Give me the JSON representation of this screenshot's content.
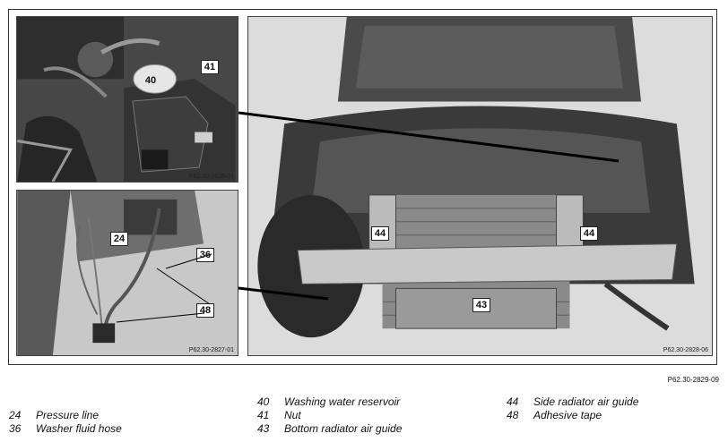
{
  "figure": {
    "ref": "P62.30-2829-09",
    "panels": {
      "top_left_ref": "P62.30-2828-01",
      "bottom_left_ref": "P62.30-2827-01",
      "main_ref": "P62.30-2828-06"
    },
    "callouts": {
      "c40": "40",
      "c41": "41",
      "c24": "24",
      "c36": "36",
      "c48": "48",
      "c44_left": "44",
      "c44_right": "44",
      "c43": "43"
    }
  },
  "legend": [
    {
      "num": "24",
      "label": "Pressure line"
    },
    {
      "num": "36",
      "label": "Washer fluid hose"
    },
    {
      "num": "40",
      "label": "Washing water reservoir"
    },
    {
      "num": "41",
      "label": "Nut"
    },
    {
      "num": "43",
      "label": "Bottom radiator air guide"
    },
    {
      "num": "44",
      "label": "Side radiator air guide"
    },
    {
      "num": "48",
      "label": "Adhesive tape"
    }
  ]
}
